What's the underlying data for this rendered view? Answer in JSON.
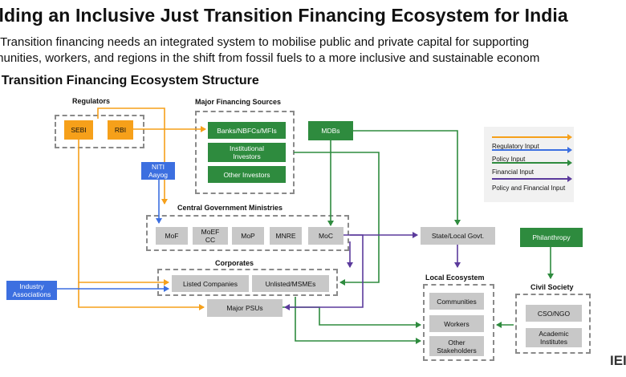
{
  "title": "ilding an Inclusive Just Transition Financing Ecosystem for India",
  "intro": [
    "t Transition financing needs an integrated system to mobilise public and private capital for supporting",
    "munities, workers, and regions in the shift from fossil fuels to a more inclusive and sustainable econom"
  ],
  "diagram": {
    "title": "t Transition Financing Ecosystem Structure",
    "groups": {
      "regulators": "Regulators",
      "financing": "Major Financing Sources",
      "ministries": "Central Government Ministries",
      "corporates": "Corporates",
      "local": "Local Ecosystem",
      "civil": "Civil Society"
    },
    "nodes": {
      "sebi": "SEBI",
      "rbi": "RBI",
      "banks": "Banks/NBFCs/MFIs",
      "institutional": "Institutional Investors",
      "other_investors": "Other Investors",
      "mdbs": "MDBs",
      "niti": "NITI Aayog",
      "mof": "MoF",
      "moefcc": "MoEF CC",
      "mop": "MoP",
      "mnre": "MNRE",
      "moc": "MoC",
      "state": "State/Local Govt.",
      "philanthropy": "Philanthropy",
      "industry": "Industry Associations",
      "listed": "Listed Companies",
      "unlisted": "Unlisted/MSMEs",
      "psus": "Major PSUs",
      "communities": "Communities",
      "workers": "Workers",
      "other_stakeholders": "Other Stakeholders",
      "cso": "CSO/NGO",
      "academic": "Academic Institutes"
    },
    "legend": [
      {
        "label": "Regulatory Input",
        "color": "#f6a01a"
      },
      {
        "label": "Policy Input",
        "color": "#3c6fe0"
      },
      {
        "label": "Financial Input",
        "color": "#2e8b3e"
      },
      {
        "label": "Policy and Financial Input",
        "color": "#5b3a9c"
      }
    ]
  },
  "colors": {
    "regulatory": "#f6a01a",
    "policy": "#3c6fe0",
    "financial": "#2e8b3e",
    "policy_financial": "#5b3a9c",
    "node_grey": "#c8c8c8"
  },
  "watermark": "IEI"
}
